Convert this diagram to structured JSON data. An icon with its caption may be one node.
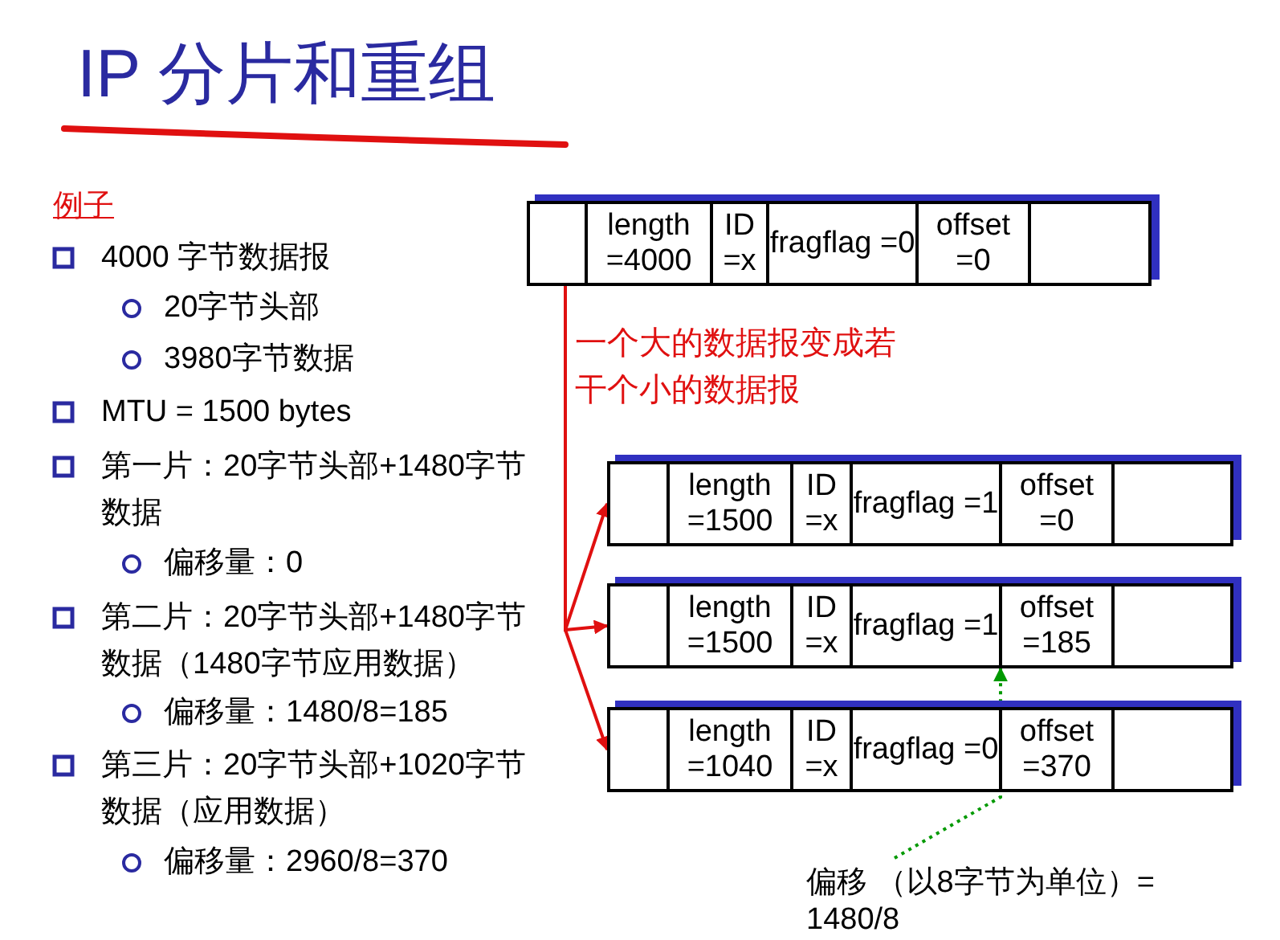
{
  "diagram": {
    "title": "IP 分片和重组",
    "nodes": [
      {
        "text": [
          "length =4000",
          "ID =x",
          "fragflag =0",
          "offset =0"
        ]
      },
      {
        "text": [
          "length =1500",
          "ID =x",
          "fragflag =1",
          "offset =0"
        ]
      },
      {
        "text": [
          "length =1500",
          "ID =x",
          "fragflag =1",
          "offset =185"
        ]
      },
      {
        "text": [
          "length =1040",
          "ID =x",
          "fragflag =0",
          "offset =370"
        ]
      },
      {
        "text": [
          "偏移 （以8字节为单位）= 1480/8"
        ]
      }
    ],
    "edges": [
      {
        "from": 0,
        "to": 1,
        "arrow": "to"
      },
      {
        "from": 0,
        "to": 2,
        "arrow": "to"
      },
      {
        "from": 0,
        "to": 3,
        "arrow": "to"
      },
      {
        "from": 4,
        "to": 2,
        "arrow": "to",
        "style": "dashed",
        "color": "#009900"
      }
    ],
    "labels": [
      "例子",
      "4000 字节数据报",
      "20字节头部",
      "3980字节数据",
      "MTU = 1500 bytes",
      "第一片：20字节头部+1480字节数据",
      "偏移量：0",
      "第二片：20字节头部+1480字节数据（1480字节应用数据）",
      "偏移量：1480/8=185",
      "第三片：20字节头部+1020字节数据（应用数据）",
      "偏移量：2960/8=370",
      "一个大的数据报变成若干个小的数据报"
    ]
  }
}
